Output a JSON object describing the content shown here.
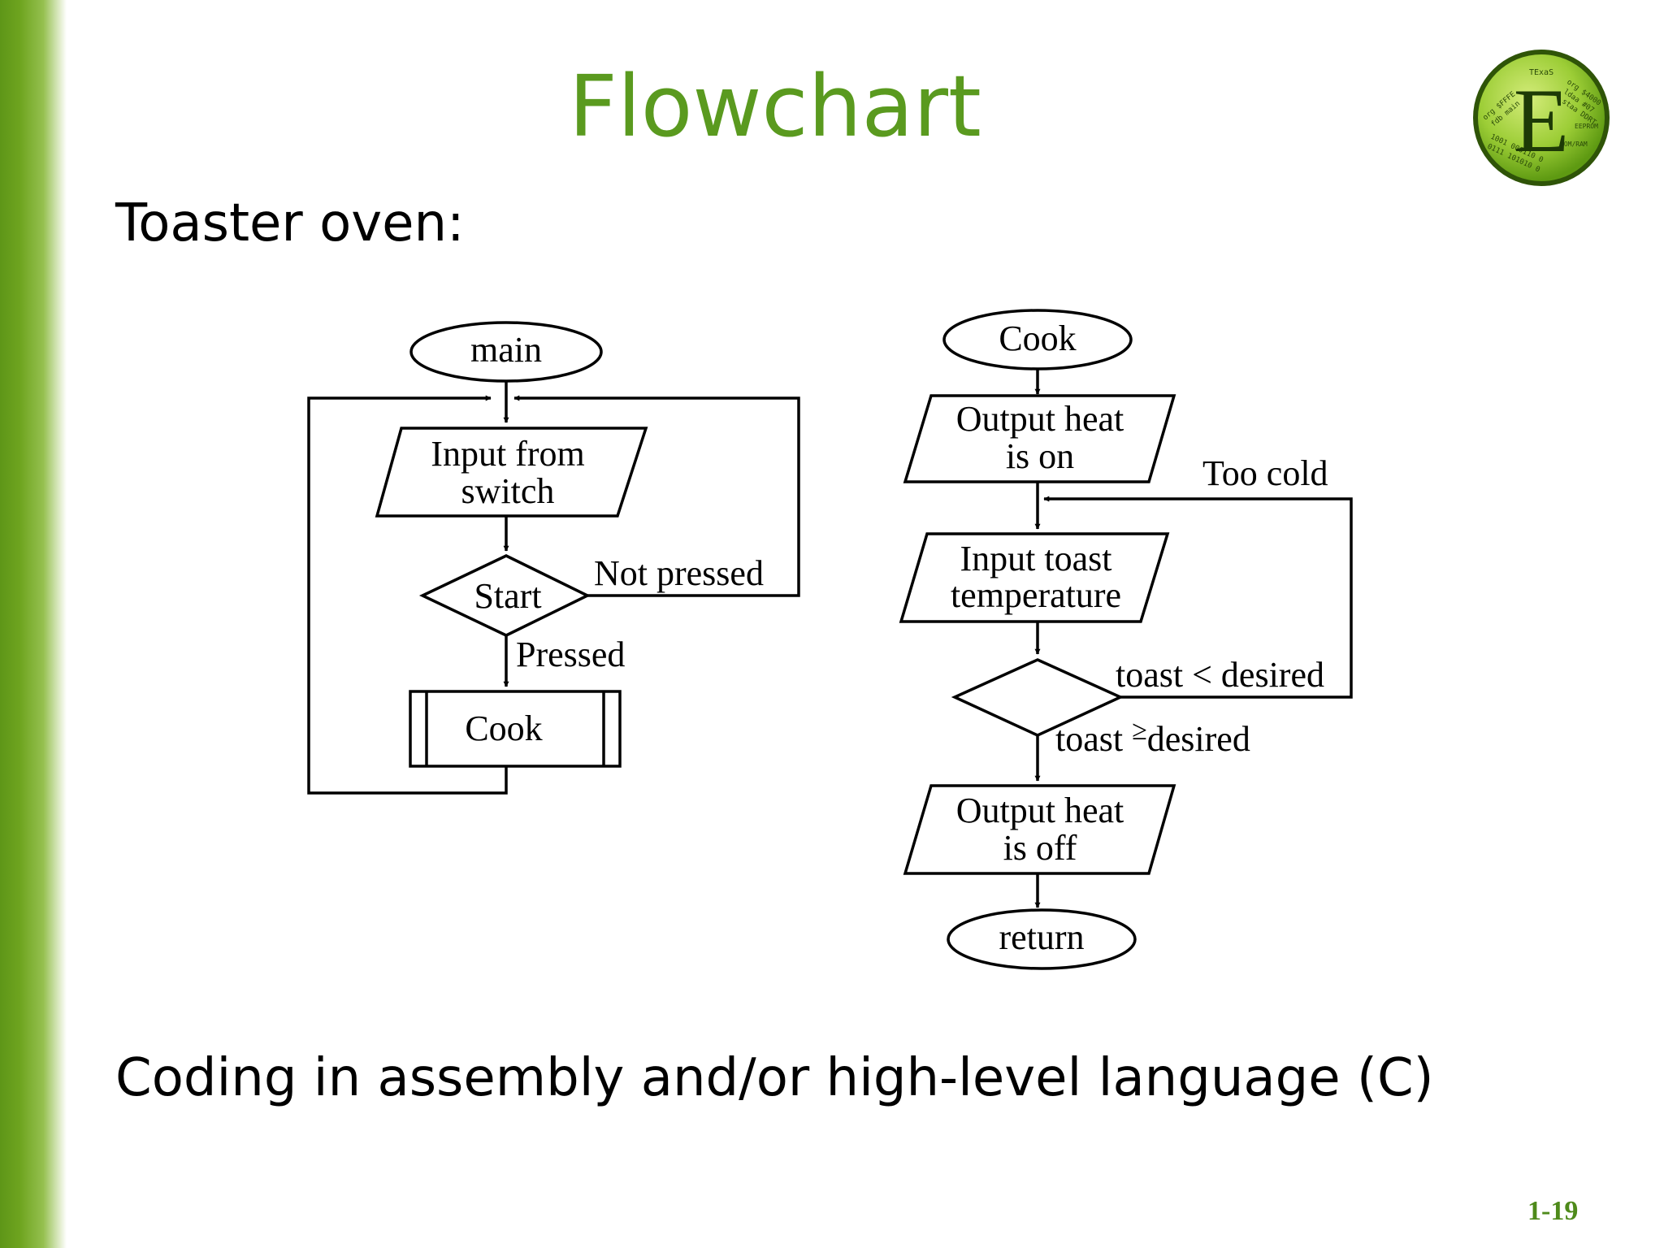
{
  "slide": {
    "title": "Flowchart",
    "subtitle": "Toaster oven:",
    "bottom_text": "Coding in assembly and/or high-level language (C)",
    "page_number": "1-19"
  },
  "logo": {
    "letter": "E",
    "ring_texts": [
      "TExaS",
      "org $FFFE",
      "fdb main",
      "org $4000",
      "ldaa #07",
      "staa DDRT",
      "1001 000110 0",
      "0111 101010 0",
      "ROM/RAM",
      "EEPROM"
    ]
  },
  "main_flowchart": {
    "start": "main",
    "input_line1": "Input from",
    "input_line2": "switch",
    "decision": "Start",
    "no_label": "Not pressed",
    "yes_label": "Pressed",
    "subroutine": "Cook"
  },
  "cook_flowchart": {
    "start": "Cook",
    "output_on_line1": "Output heat",
    "output_on_line2": "is on",
    "loop_label": "Too cold",
    "input_line1": "Input toast",
    "input_line2": "temperature",
    "less_label": "toast < desired",
    "geq_label_a": "toast ",
    "geq_symbol": "≥",
    "geq_label_b": "desired",
    "output_off_line1": "Output heat",
    "output_off_line2": "is off",
    "end": "return"
  },
  "colors": {
    "title": "#5a9a1f",
    "page_number": "#4e8a1a",
    "sidebar": "#6ea41f",
    "logo_fill": "#8fc42e"
  }
}
